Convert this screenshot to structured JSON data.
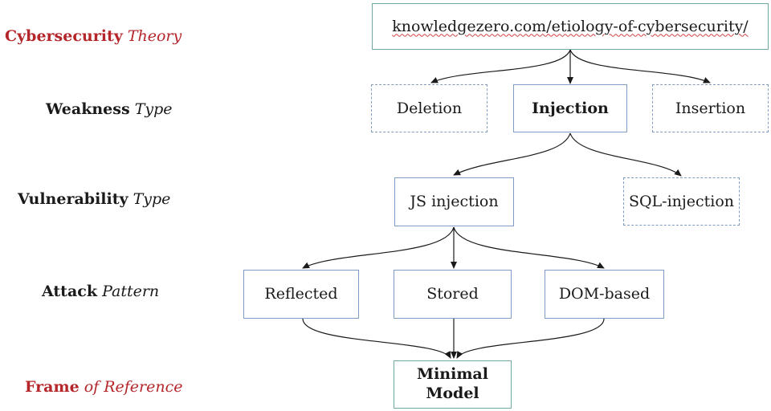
{
  "levels": {
    "theory": {
      "strong": "Cybersecurity",
      "em": "Theory"
    },
    "weakness": {
      "strong": "Weakness",
      "em": "Type"
    },
    "vulnerability": {
      "strong": "Vulnerability",
      "em": "Type"
    },
    "attack": {
      "strong": "Attack",
      "em": "Pattern"
    },
    "frame": {
      "strong": "Frame",
      "em": "of Reference"
    }
  },
  "nodes": {
    "root": "knowledgezero.com/etiology-of-cybersecurity/",
    "deletion": "Deletion",
    "injection": "Injection",
    "insertion": "Insertion",
    "js_injection": "JS injection",
    "sql_injection": "SQL-injection",
    "reflected": "Reflected",
    "stored": "Stored",
    "dom_based": "DOM-based",
    "minimal_model": "Minimal Model"
  },
  "colors": {
    "level_red": "#b5262a",
    "box_blue": "#7f9cc4",
    "box_teal": "#6fa8a1",
    "edge": "#1a1a1a"
  }
}
